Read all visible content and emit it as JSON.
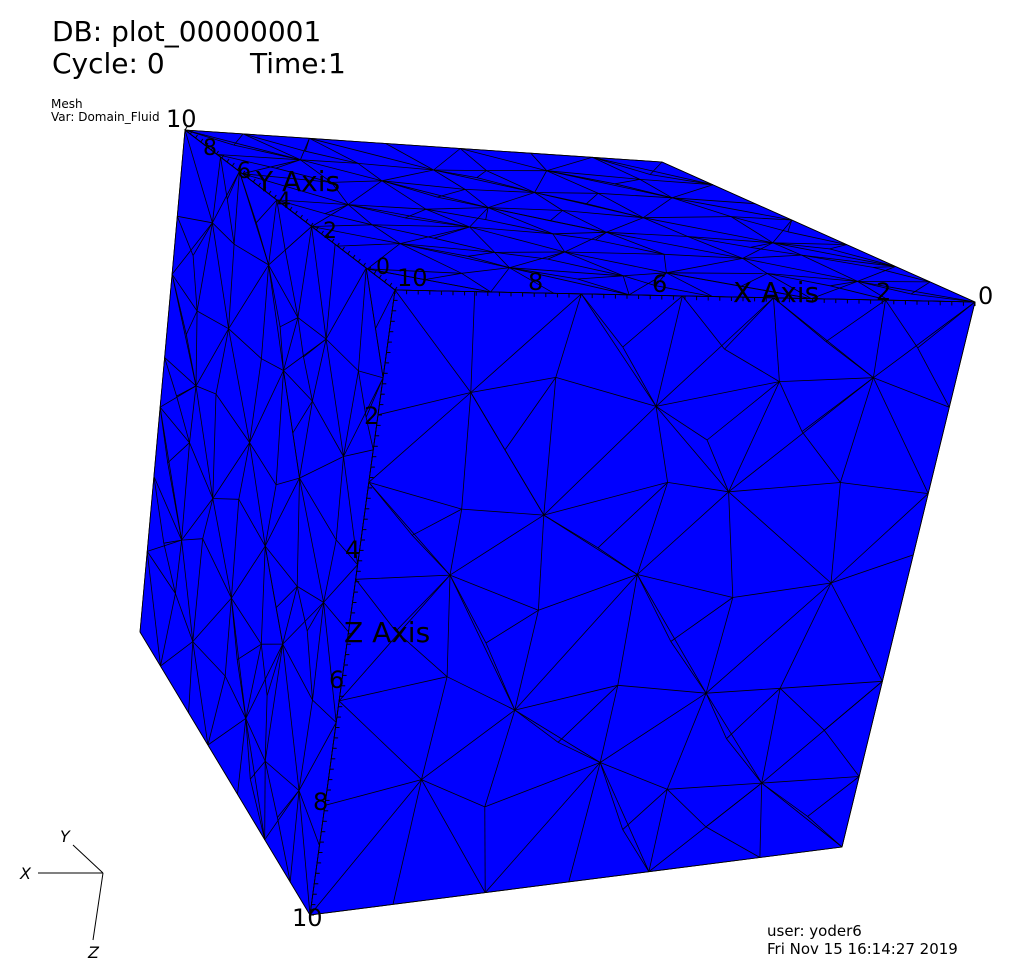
{
  "header": {
    "db": "DB: plot_00000001",
    "cycle": "Cycle: 0",
    "time": "Time:1"
  },
  "plot_info": {
    "type": "Mesh",
    "var": "Var: Domain_Fluid"
  },
  "axes": {
    "x": {
      "title": "X Axis",
      "ticks": [
        "10",
        "8",
        "6",
        "2",
        "0"
      ]
    },
    "y": {
      "title": "Y Axis",
      "ticks": [
        "10",
        "8",
        "6",
        "4",
        "2",
        "0"
      ]
    },
    "z": {
      "title": "Z Axis",
      "ticks": [
        "2",
        "4",
        "6",
        "8",
        "10"
      ]
    }
  },
  "triad": {
    "x": "X",
    "y": "Y",
    "z": "Z"
  },
  "footer": {
    "user": "user: yoder6",
    "date": "Fri Nov 15 16:14:27 2019"
  },
  "colors": {
    "mesh_fill": "#0000ff",
    "mesh_lines": "#000000",
    "background": "#ffffff"
  }
}
